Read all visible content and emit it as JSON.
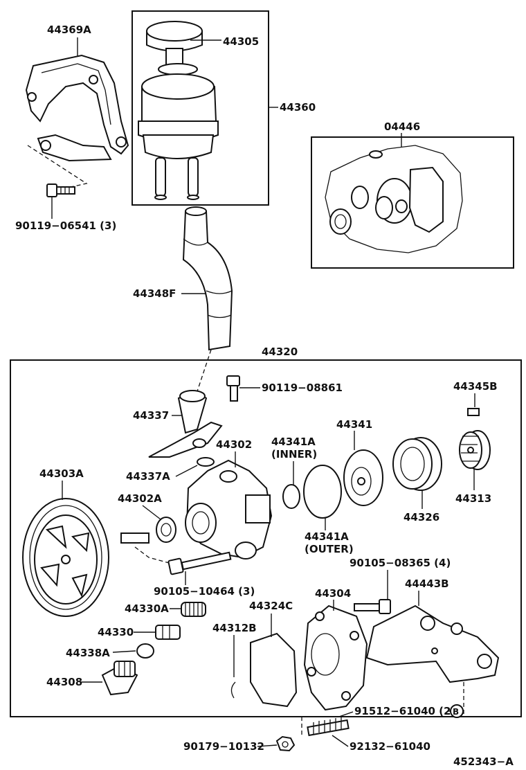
{
  "labels": {
    "p44369A": "44369A",
    "p44305": "44305",
    "p44360": "44360",
    "p04446": "04446",
    "p90119_06541": "90119−06541 (3)",
    "p44348F": "44348F",
    "p44320": "44320",
    "p90119_08861": "90119−08861",
    "p44345B": "44345B",
    "p44337": "44337",
    "p44341": "44341",
    "p44341A_inner_1": "44341A",
    "p44341A_inner_2": "(INNER)",
    "p44302": "44302",
    "p44337A": "44337A",
    "p44303A": "44303A",
    "p44302A": "44302A",
    "p44326": "44326",
    "p44313": "44313",
    "p44341A_outer_1": "44341A",
    "p44341A_outer_2": "(OUTER)",
    "p90105_08365": "90105−08365 (4)",
    "p90105_10464": "90105−10464 (3)",
    "p44304": "44304",
    "p44443B": "44443B",
    "p44330A": "44330A",
    "p44324C": "44324C",
    "p44312B": "44312B",
    "p44330": "44330",
    "p44338A": "44338A",
    "p44308": "44308",
    "p91512_61040": "91512−61040 (2)",
    "p_b_marker": "B",
    "p90179_10132": "90179−10132",
    "p92132_61040": "92132−61040",
    "p452343A": "452343−A"
  },
  "icons": {
    "bolt": "bolt-icon",
    "nut": "nut-icon",
    "ring": "o-ring-icon",
    "pulley": "pulley-icon"
  },
  "colors": {
    "ink": "#111111",
    "paper": "#ffffff"
  }
}
